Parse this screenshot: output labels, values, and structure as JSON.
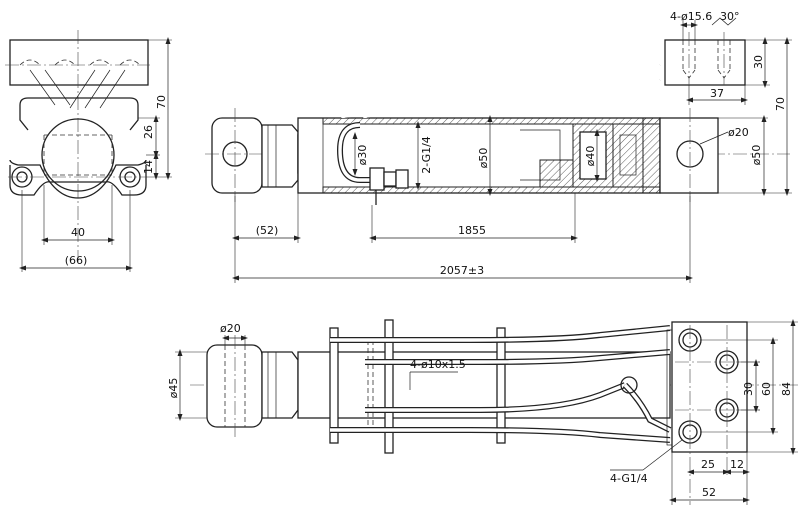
{
  "dimensions": {
    "top_hole": "4-ø15.6",
    "top_angle": "30°",
    "port_width": "30",
    "port_length": "37",
    "right_height": "70",
    "pin_hole": "ø20",
    "right_dia": "ø50",
    "left_height": "70",
    "left_offset": "26",
    "left_bottom": "14",
    "left_width": "40",
    "left_overall": "(66)",
    "rod_dia": "ø30",
    "port_thread": "2-G1/4",
    "barrel_dia": "ø50",
    "piston_dia": "ø40",
    "end_length": "(52)",
    "stroke_length": "1855",
    "overall_length": "2057±3",
    "bottom_pin": "ø20",
    "bottom_eye": "ø45",
    "bottom_clip": "4-ø10x1.5",
    "block_30": "30",
    "block_60": "60",
    "block_84": "84",
    "bottom_ports": "4-G1/4",
    "block_25": "25",
    "block_12": "12",
    "block_52": "52"
  }
}
